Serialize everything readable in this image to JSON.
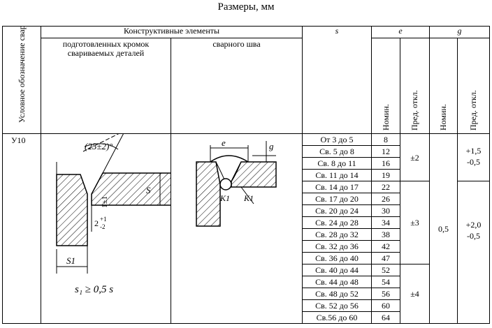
{
  "caption": "Размеры, мм",
  "headers": {
    "designation": "Условное обозначение сварного соединения",
    "constructive": "Конструктивные элементы",
    "edges": "подготовленных кромок свариваемых деталей",
    "seam": "сварного шва",
    "s": "s",
    "e": "e",
    "g": "g",
    "nominal": "Номин.",
    "deviation": "Пред. откл."
  },
  "designation_code": "У10",
  "sketch_labels": {
    "angle": "(25±2)°",
    "s": "S",
    "gap": "2",
    "gap_tol_plus": "+1",
    "gap_tol_minus": "-2",
    "root": "1±1",
    "s1": "S1",
    "e": "e",
    "g": "g",
    "k1_left": "K1",
    "k1_right": "K1",
    "formula": "s₁ ≥ 0,5 s"
  },
  "rows": [
    {
      "s": "От 3 до 5",
      "e": "8"
    },
    {
      "s": "Св. 5 до 8",
      "e": "12"
    },
    {
      "s": "Св. 8 до 11",
      "e": "16"
    },
    {
      "s": "Св. 11 до 14",
      "e": "19"
    },
    {
      "s": "Св. 14 до 17",
      "e": "22"
    },
    {
      "s": "Св. 17 до 20",
      "e": "26"
    },
    {
      "s": "Св. 20 до 24",
      "e": "30"
    },
    {
      "s": "Св. 24 до 28",
      "e": "34"
    },
    {
      "s": "Св. 28 до 32",
      "e": "38"
    },
    {
      "s": "Св. 32 до 36",
      "e": "42"
    },
    {
      "s": "Св. 36 до 40",
      "e": "47"
    },
    {
      "s": "Св. 40 до 44",
      "e": "52"
    },
    {
      "s": "Св. 44 до 48",
      "e": "54"
    },
    {
      "s": "Св. 48 до 52",
      "e": "56"
    },
    {
      "s": "Св. 52 до 56",
      "e": "60"
    },
    {
      "s": "Св.56 до 60",
      "e": "64"
    }
  ],
  "e_tolerances": [
    "±2",
    "±3",
    "±4"
  ],
  "g_nominal": "0,5",
  "g_tolerances": [
    {
      "plus": "+1,5",
      "minus": "-0,5"
    },
    {
      "plus": "+2,0",
      "minus": "-0,5"
    }
  ]
}
